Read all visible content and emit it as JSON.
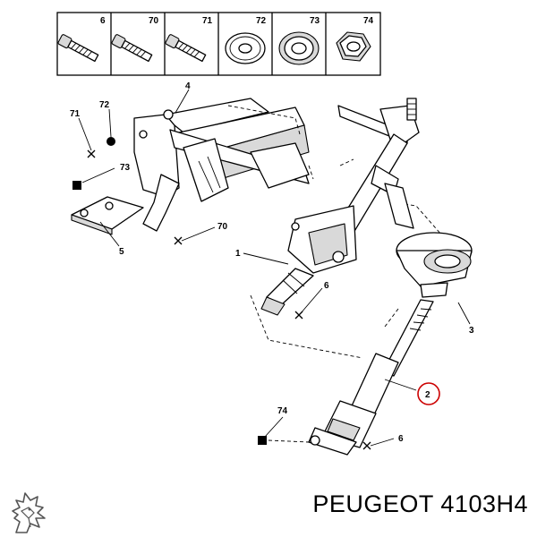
{
  "header_parts": [
    {
      "number": "6",
      "icon": "bolt-icon"
    },
    {
      "number": "70",
      "icon": "bolt-icon"
    },
    {
      "number": "71",
      "icon": "bolt-icon"
    },
    {
      "number": "72",
      "icon": "washer-icon"
    },
    {
      "number": "73",
      "icon": "spring-washer-icon"
    },
    {
      "number": "74",
      "icon": "hex-nut-icon"
    }
  ],
  "callouts": {
    "c1": "1",
    "c2": "2",
    "c3": "3",
    "c4": "4",
    "c5": "5",
    "c6a": "6",
    "c6b": "6",
    "c70": "70",
    "c71": "71",
    "c72": "72",
    "c73": "73",
    "c74": "74"
  },
  "caption": "PEUGEOT 4103H4",
  "highlight_part": "2",
  "colors": {
    "highlight_circle": "#cc0000",
    "line": "#000000",
    "background": "#ffffff"
  }
}
